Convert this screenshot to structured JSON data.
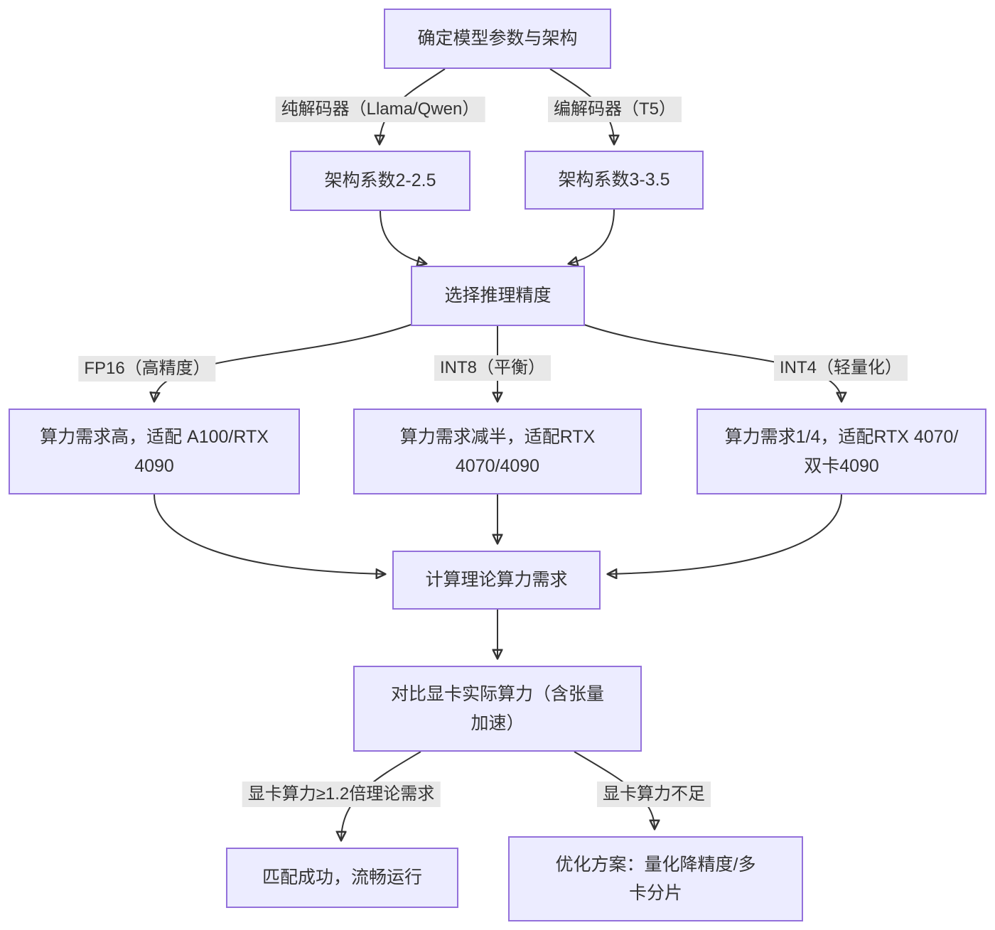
{
  "diagram": {
    "type": "flowchart",
    "colors": {
      "node_fill": "#ECECFF",
      "node_border": "#9370DB",
      "edge_line": "#333333",
      "edge_label_bg": "#E8E8E8",
      "text": "#333333",
      "background": "#FFFFFF"
    },
    "nodes": {
      "root": {
        "label": "确定模型参数与架构"
      },
      "decoder_coef": {
        "label": "架构系数2-2.5"
      },
      "encdec_coef": {
        "label": "架构系数3-3.5"
      },
      "precision": {
        "label": "选择推理精度"
      },
      "fp16_result": {
        "label": "算力需求高，适配 A100/RTX 4090"
      },
      "int8_result": {
        "label": "算力需求减半，适配RTX 4070/4090"
      },
      "int4_result": {
        "label": "算力需求1/4，适配RTX 4070/双卡4090"
      },
      "theory": {
        "label": "计算理论算力需求"
      },
      "compare": {
        "label": "对比显卡实际算力（含张量加速）"
      },
      "success": {
        "label": "匹配成功，流畅运行"
      },
      "optimize": {
        "label": "优化方案：量化降精度/多卡分片"
      }
    },
    "edge_labels": {
      "decoder_only": "纯解码器（Llama/Qwen）",
      "encoder_decoder": "编解码器（T5）",
      "fp16": "FP16（高精度）",
      "int8": "INT8（平衡）",
      "int4": "INT4（轻量化）",
      "sufficient": "显卡算力≥1.2倍理论需求",
      "insufficient": "显卡算力不足"
    }
  }
}
